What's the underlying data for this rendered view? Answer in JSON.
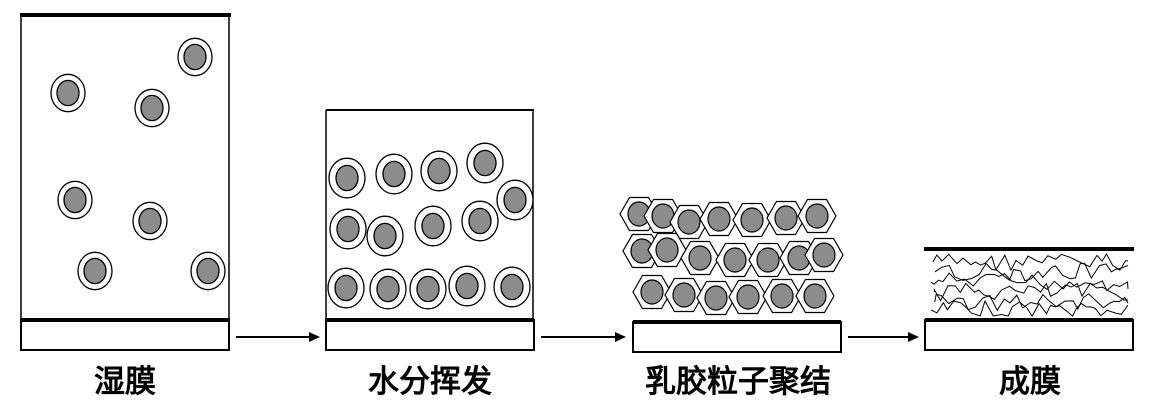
{
  "stages": [
    {
      "id": "wet-film",
      "label": "湿膜"
    },
    {
      "id": "water-evaporation",
      "label": "水分挥发"
    },
    {
      "id": "particle-coalescence",
      "label": "乳胶粒子聚结"
    },
    {
      "id": "film-formation",
      "label": "成膜"
    }
  ],
  "colors": {
    "line": "#000000",
    "particle_core": "#8c8c8c",
    "particle_shell": "#ffffff",
    "background": "#ffffff"
  },
  "icons": [
    "arrow-right-icon",
    "arrow-right-icon",
    "arrow-right-icon"
  ]
}
